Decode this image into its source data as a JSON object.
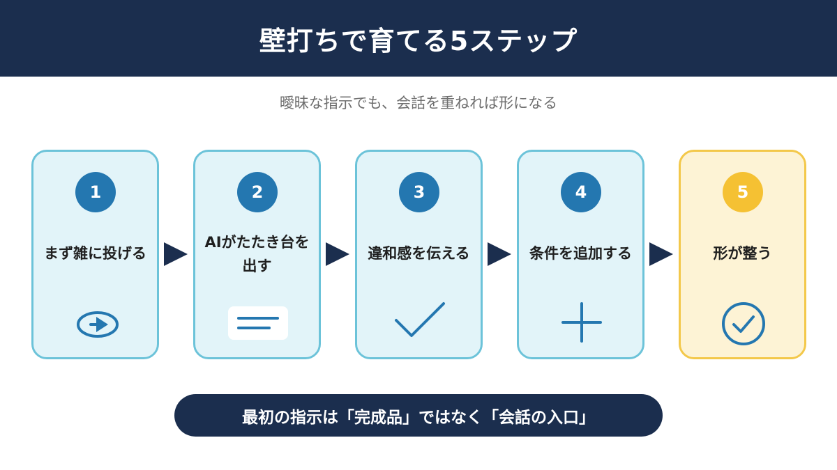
{
  "title": "壁打ちで育てる5ステップ",
  "subtitle": "曖昧な指示でも、会話を重ねれば形になる",
  "steps": [
    {
      "number": "1",
      "label": "まず雑に投げる",
      "icon": "play-arrow-icon"
    },
    {
      "number": "2",
      "label": "AIがたたき台を出す",
      "icon": "document-lines-icon"
    },
    {
      "number": "3",
      "label": "違和感を伝える",
      "icon": "checkmark-icon"
    },
    {
      "number": "4",
      "label": "条件を追加する",
      "icon": "plus-icon"
    },
    {
      "number": "5",
      "label": "形が整う",
      "icon": "check-circle-icon"
    }
  ],
  "banner": "最初の指示は「完成品」ではなく「会話の入口」",
  "colors": {
    "navy": "#1b2e4e",
    "step_blue": "#2477b0",
    "card_border": "#6cc3d9",
    "card_fill": "#e2f4f9",
    "final_border": "#f3c84a",
    "final_fill": "#fdf3d5",
    "final_number": "#f5c133"
  }
}
